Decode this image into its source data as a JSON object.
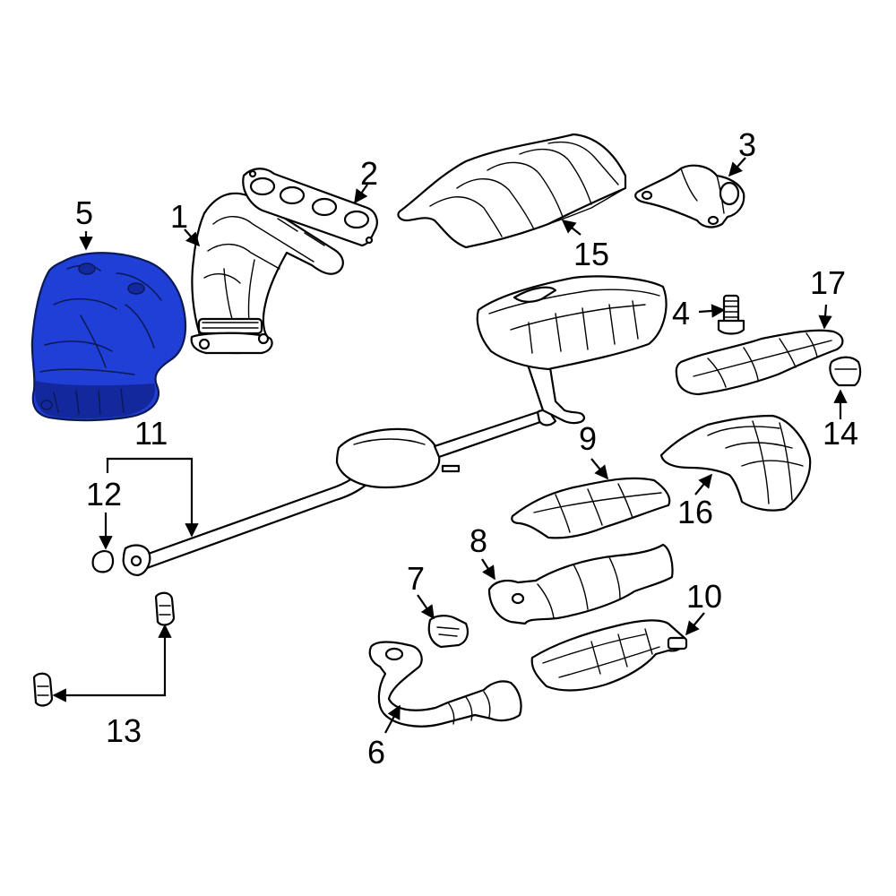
{
  "diagram": {
    "callouts": {
      "c1": "1",
      "c2": "2",
      "c3": "3",
      "c4": "4",
      "c5": "5",
      "c6": "6",
      "c7": "7",
      "c8": "8",
      "c9": "9",
      "c10": "10",
      "c11": "11",
      "c12": "12",
      "c13": "13",
      "c14": "14",
      "c15": "15",
      "c16": "16",
      "c17": "17"
    },
    "highlighted_part": "5",
    "colors": {
      "highlight": "#1f3fd6",
      "highlight_shade": "#14289e",
      "line": "#000000",
      "background": "#ffffff"
    }
  }
}
